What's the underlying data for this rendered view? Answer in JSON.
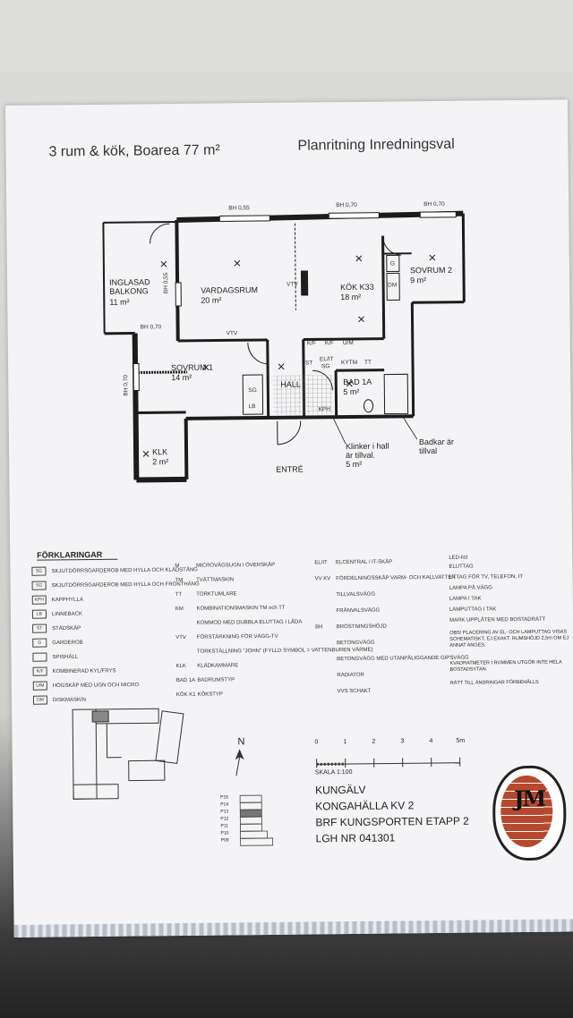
{
  "header": {
    "left_title": "3 rum & kök, Boarea 77 m²",
    "right_title": "Planritning Inredningsval"
  },
  "plan": {
    "bh_top_1": "BH 0,55",
    "bh_top_2": "BH 0,70",
    "bh_top_3": "BH 0,70",
    "bh_left_1": "BH 0,55",
    "bh_left_2": "BH 0,70",
    "bh_left_3": "BH 0,70",
    "balkong": "INGLASAD\nBALKONG",
    "balkong_area": "11 m²",
    "vardagsrum": "VARDAGSRUM",
    "vardagsrum_area": "20 m²",
    "kok": "KÖK K33",
    "kok_area": "18 m²",
    "sovrum2": "SOVRUM 2",
    "sovrum2_area": "9 m²",
    "sovrum1": "SOVRUM 1",
    "sovrum1_area": "14 m²",
    "hall": "HALL",
    "bad": "BAD 1A",
    "bad_area": "5 m²",
    "klk": "KLK",
    "klk_area": "2 m²",
    "entre": "ENTRÉ",
    "note_klinker": "Klinker i hall\när tillval.\n5 m²",
    "note_badkar": "Badkar är\ntillval",
    "codes": [
      "VTV",
      "VTV",
      "G",
      "DM",
      "K/F",
      "K/F",
      "U/M",
      "ST",
      "EL/IT",
      "SG",
      "KYTM",
      "TT",
      "SG",
      "LB",
      "KPH"
    ]
  },
  "legend": {
    "title": "FÖRKLARINGAR",
    "col1": [
      {
        "code": "SG",
        "text": "SKJUTDÖRRSGARDEROB MED HYLLA OCH KLÄDSTÅNG"
      },
      {
        "code": "SG",
        "text": "SKJUTDÖRRSGARDEROB MED HYLLA OCH FRONTHÄNG"
      },
      {
        "code": "KPH",
        "text": "KAPPHYLLA"
      },
      {
        "code": "LB",
        "text": "LINNEBACK"
      },
      {
        "code": "ST",
        "text": "STÄDSKÅP"
      },
      {
        "code": "G",
        "text": "GARDEROB"
      },
      {
        "code": "",
        "text": "SPISHÄLL"
      },
      {
        "code": "K/F",
        "text": "KOMBINERAD KYL/FRYS"
      },
      {
        "code": "U/M",
        "text": "HÖGSKÅP MED UGN OCH MICRO"
      },
      {
        "code": "DM",
        "text": "DISKMASKIN"
      }
    ],
    "col2": [
      {
        "code": "M",
        "text": "MICROVÅGSUGN I ÖVERSKÅP"
      },
      {
        "code": "TM",
        "text": "TVÄTTMASKIN"
      },
      {
        "code": "TT",
        "text": "TORKTUMLARE"
      },
      {
        "code": "KM",
        "text": "KOMBINATIONSMASKIN TM och TT"
      },
      {
        "code": "",
        "text": "KOMMOD MED DUBBLA ELUTTAG I LÅDA"
      },
      {
        "code": "VTV",
        "text": "FÖRSTÄRKNING FÖR VÄGG-TV"
      },
      {
        "code": "",
        "text": "TORKSTÄLLNING \"JOHN\" (FYLLD SYMBOL = VATTENBUREN VÄRME)"
      },
      {
        "code": "KLK",
        "text": "KLÄDKAMMARE"
      },
      {
        "code": "BAD 1A",
        "text": "BADRUMSTYP"
      },
      {
        "code": "KÖK K1",
        "text": "KÖKSTYP"
      }
    ],
    "col3": [
      {
        "code": "EL/IT",
        "text": "ELCENTRAL / IT-SKÅP"
      },
      {
        "code": "VV KV",
        "text": "FÖRDELNINGSSKÅP VARM- OCH KALLVATTEN"
      },
      {
        "code": "",
        "text": "TILLVALSVÄGG"
      },
      {
        "code": "",
        "text": "FRÅNVALSVÄGG"
      },
      {
        "code": "BH",
        "text": "BRÖSTNINGSHÖJD"
      },
      {
        "code": "",
        "text": "BETONGVÄGG"
      },
      {
        "code": "",
        "text": "BETONGVÄGG MED UTANPÅLIGGANDE GIPSVÄGG"
      },
      {
        "code": "",
        "text": "RADIATOR"
      },
      {
        "code": "",
        "text": "VVS SCHAKT"
      }
    ],
    "col4": [
      {
        "text": "LED-list"
      },
      {
        "text": "ELUTTAG"
      },
      {
        "text": "UTTAG FÖR TV, TELEFON, IT"
      },
      {
        "text": "LAMPA PÅ VÄGG"
      },
      {
        "text": "LAMPA I TAK"
      },
      {
        "text": "LAMPUTTAG I TAK"
      },
      {
        "text": "MARK UPPLÅTEN MED BOSTADRÄTT"
      }
    ],
    "obs": "OBS! PLACERING AV EL- OCH LAMPUTTAG VISAS SCHEMATISKT, EJ EXAKT. RUMSHÖJD 2,5m OM EJ ANNAT ANGES.",
    "kvm": "KVADRATMETER I RUMMEN UTGÖR INTE HELA BOSTADSYTAN.",
    "ratt": "RÄTT TILL ÄNDRINGAR FÖRBEHÅLLS"
  },
  "scale": {
    "ticks": [
      "0",
      "1",
      "2",
      "3",
      "4",
      "5m"
    ],
    "label": "SKALA 1:100"
  },
  "north": "N",
  "floors": [
    "P15",
    "P14",
    "P13",
    "P12",
    "P11",
    "P10",
    "P09"
  ],
  "address": {
    "l1": "KUNGÄLV",
    "l2": "KONGAHÄLLA KV 2",
    "l3": "BRF KUNGSPORTEN ETAPP 2",
    "l4": "LGH NR 041301"
  },
  "logo": "JM",
  "colors": {
    "logo_red": "#b5492e",
    "wall": "#1c1c1c"
  }
}
